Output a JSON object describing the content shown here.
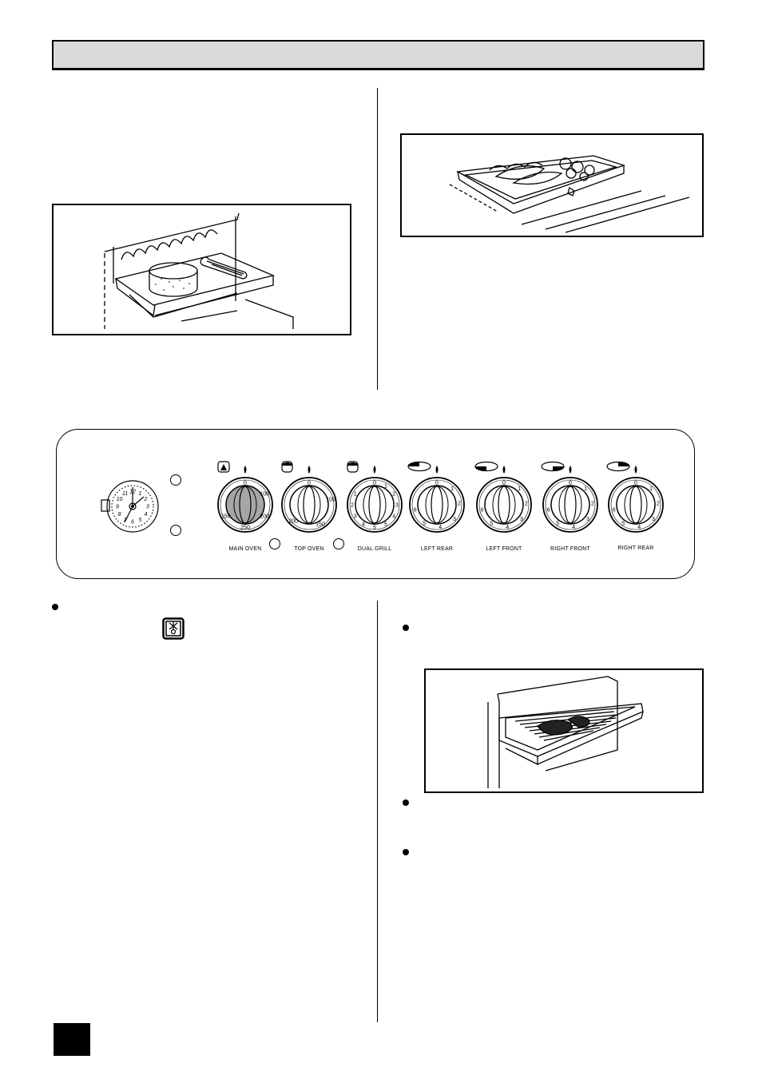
{
  "control_panel": {
    "knobs": [
      {
        "id": "main-oven",
        "label": "MAIN OVEN",
        "scale": [
          "0",
          "100",
          "200",
          "250",
          "150"
        ]
      },
      {
        "id": "top-oven",
        "label": "TOP OVEN",
        "scale": [
          "0",
          "100",
          "150",
          "200"
        ]
      },
      {
        "id": "dual-grill",
        "label": "DUAL GRILL",
        "scale": [
          "0",
          "1",
          "2",
          "3",
          "4",
          "5",
          "5",
          "4",
          "3",
          "2",
          "1"
        ]
      },
      {
        "id": "left-rear",
        "label": "LEFT REAR",
        "scale": [
          "0",
          "1",
          "2",
          "3",
          "4",
          "5",
          "6"
        ]
      },
      {
        "id": "left-front",
        "label": "LEFT FRONT",
        "scale": [
          "0",
          "1",
          "2",
          "3",
          "4",
          "5",
          "6"
        ]
      },
      {
        "id": "right-front",
        "label": "RIGHT FRONT",
        "scale": [
          "0",
          "1",
          "2",
          "3",
          "4",
          "5",
          "6"
        ]
      },
      {
        "id": "right-rear",
        "label": "RIGHT REAR",
        "scale": [
          "0",
          "1",
          "2",
          "3",
          "4",
          "5",
          "6"
        ]
      }
    ],
    "clock_numbers": [
      "12",
      "1",
      "2",
      "3",
      "4",
      "5",
      "6",
      "7",
      "8",
      "9",
      "10",
      "11"
    ]
  },
  "colors": {
    "header_bar": "#d9d9d9",
    "main_oven_knob": "#a6a6a6"
  }
}
